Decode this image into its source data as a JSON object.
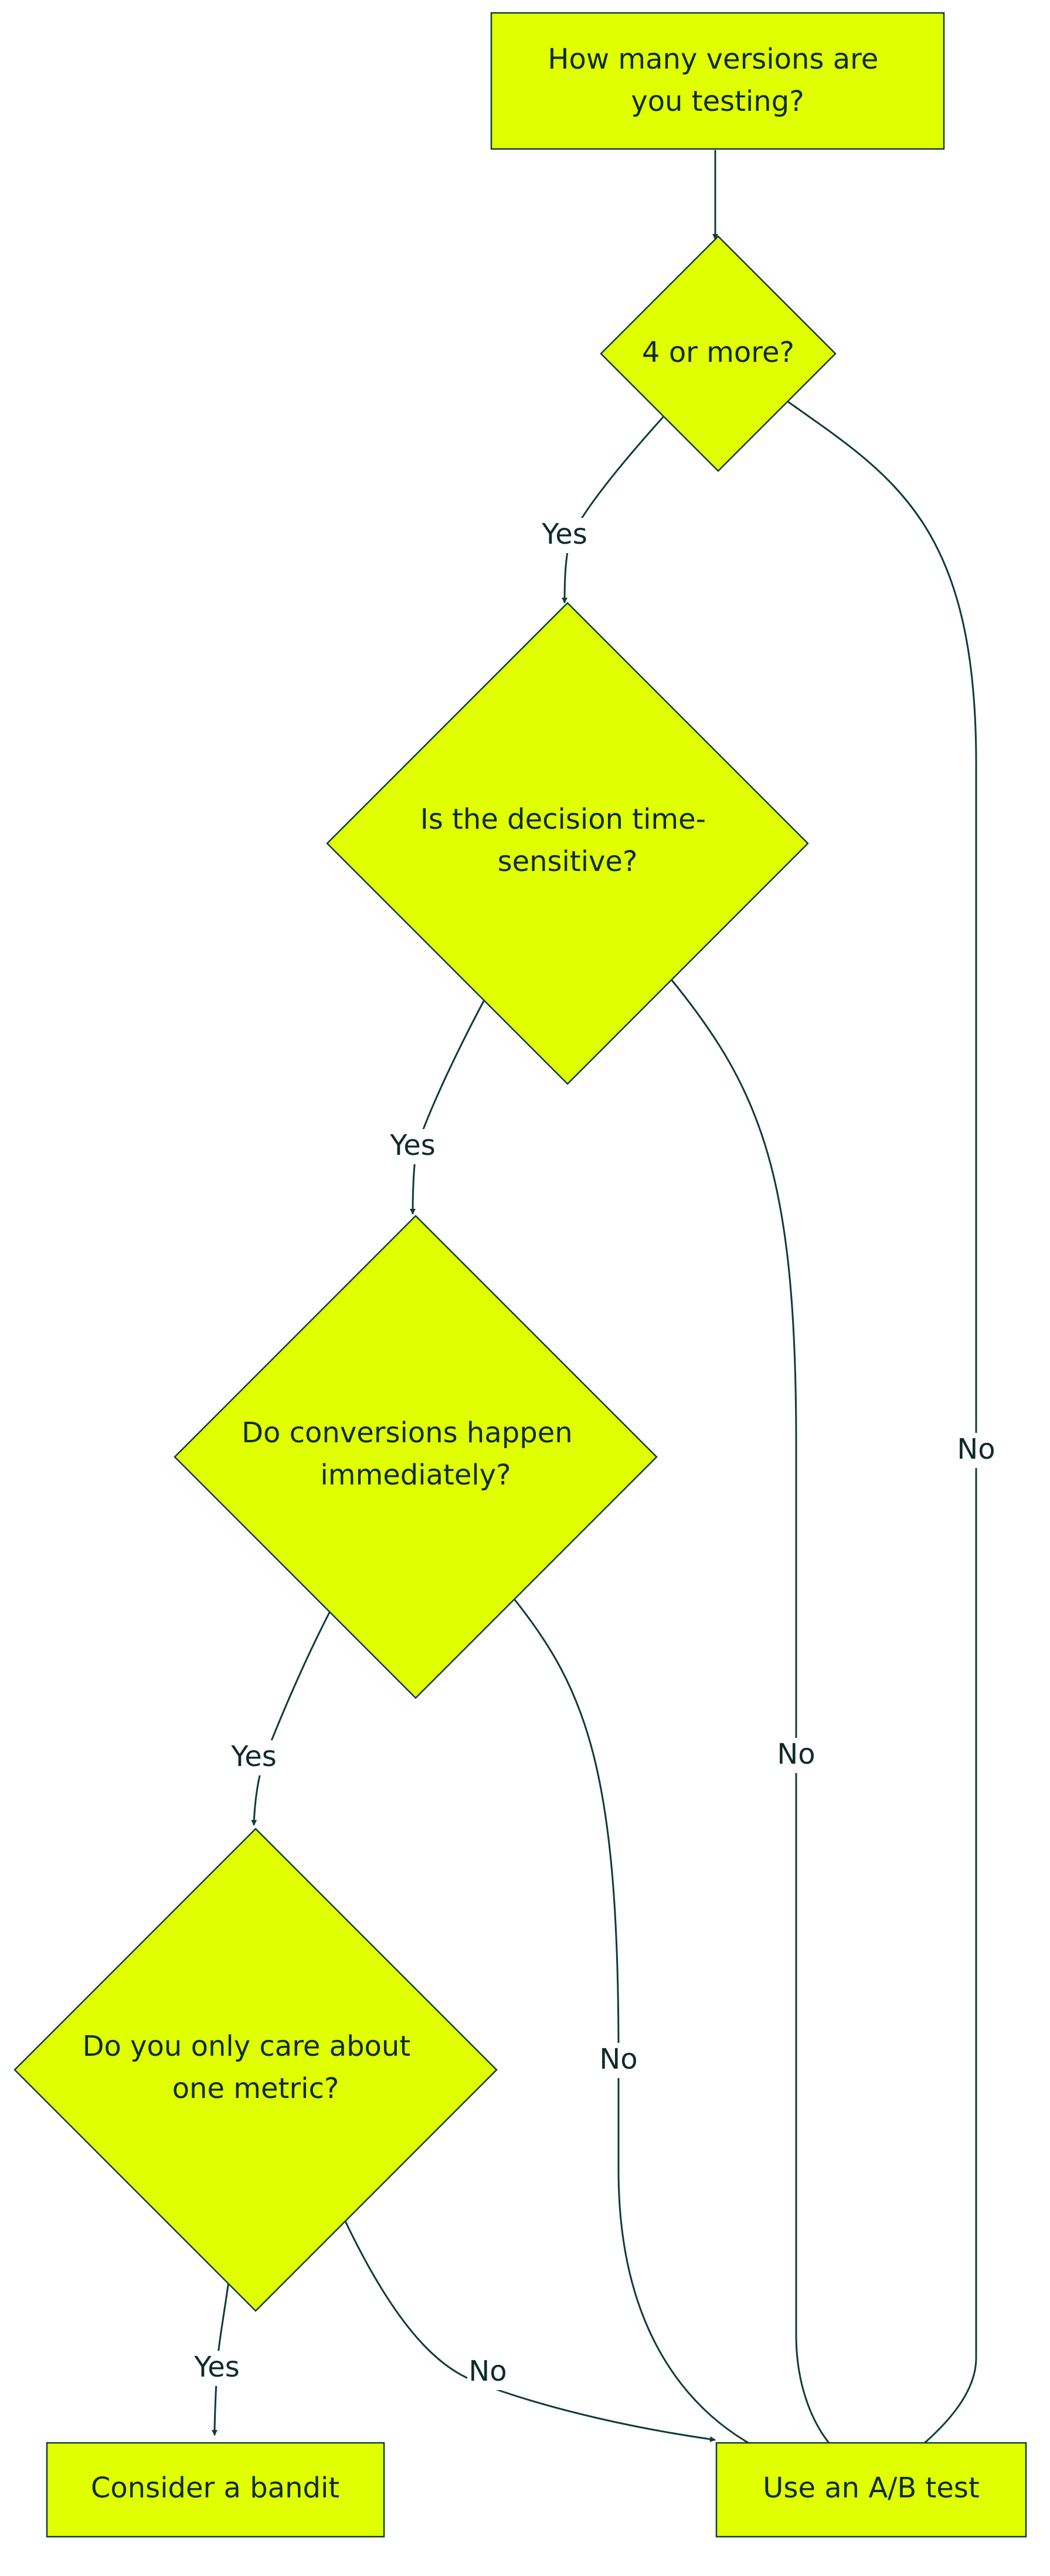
{
  "colors": {
    "node_fill": "#e0ff00",
    "stroke": "#0f3b3b",
    "text": "#0f2b2b",
    "background": "#ffffff"
  },
  "nodes": {
    "start": [
      "How many versions are",
      "you testing?"
    ],
    "q1": [
      "4 or more?"
    ],
    "q2": [
      "Is the decision time-",
      "sensitive?"
    ],
    "q3": [
      "Do conversions happen",
      "immediately?"
    ],
    "q4": [
      "Do you only care about",
      "one metric?"
    ],
    "bandit": [
      "Consider a bandit"
    ],
    "abtest": [
      "Use an A/B test"
    ]
  },
  "edges": {
    "start_q1": "",
    "q1_yes": "Yes",
    "q1_no": "No",
    "q2_yes": "Yes",
    "q2_no": "No",
    "q3_yes": "Yes",
    "q3_no": "No",
    "q4_yes": "Yes",
    "q4_no": "No"
  }
}
